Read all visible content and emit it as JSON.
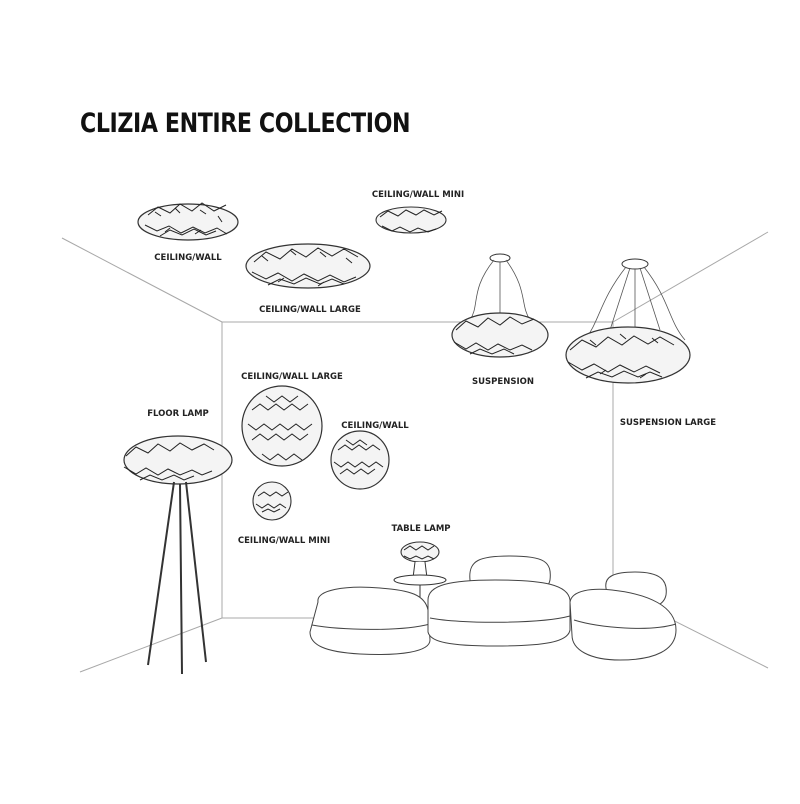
{
  "title": "CLIZIA ENTIRE COLLECTION",
  "labels": {
    "ceiling_wall_mini_top": "CEILING/WALL MINI",
    "ceiling_wall_top": "CEILING/WALL",
    "ceiling_wall_large_top": "CEILING/WALL LARGE",
    "suspension": "SUSPENSION",
    "suspension_large": "SUSPENSION LARGE",
    "ceiling_wall_large_wall": "CEILING/WALL LARGE",
    "ceiling_wall_wall": "CEILING/WALL",
    "ceiling_wall_mini_wall": "CEILING/WALL MINI",
    "floor_lamp": "FLOOR LAMP",
    "table_lamp": "TABLE LAMP"
  },
  "colors": {
    "line": "#9a9a9a",
    "ink": "#222222",
    "text": "#111111"
  }
}
